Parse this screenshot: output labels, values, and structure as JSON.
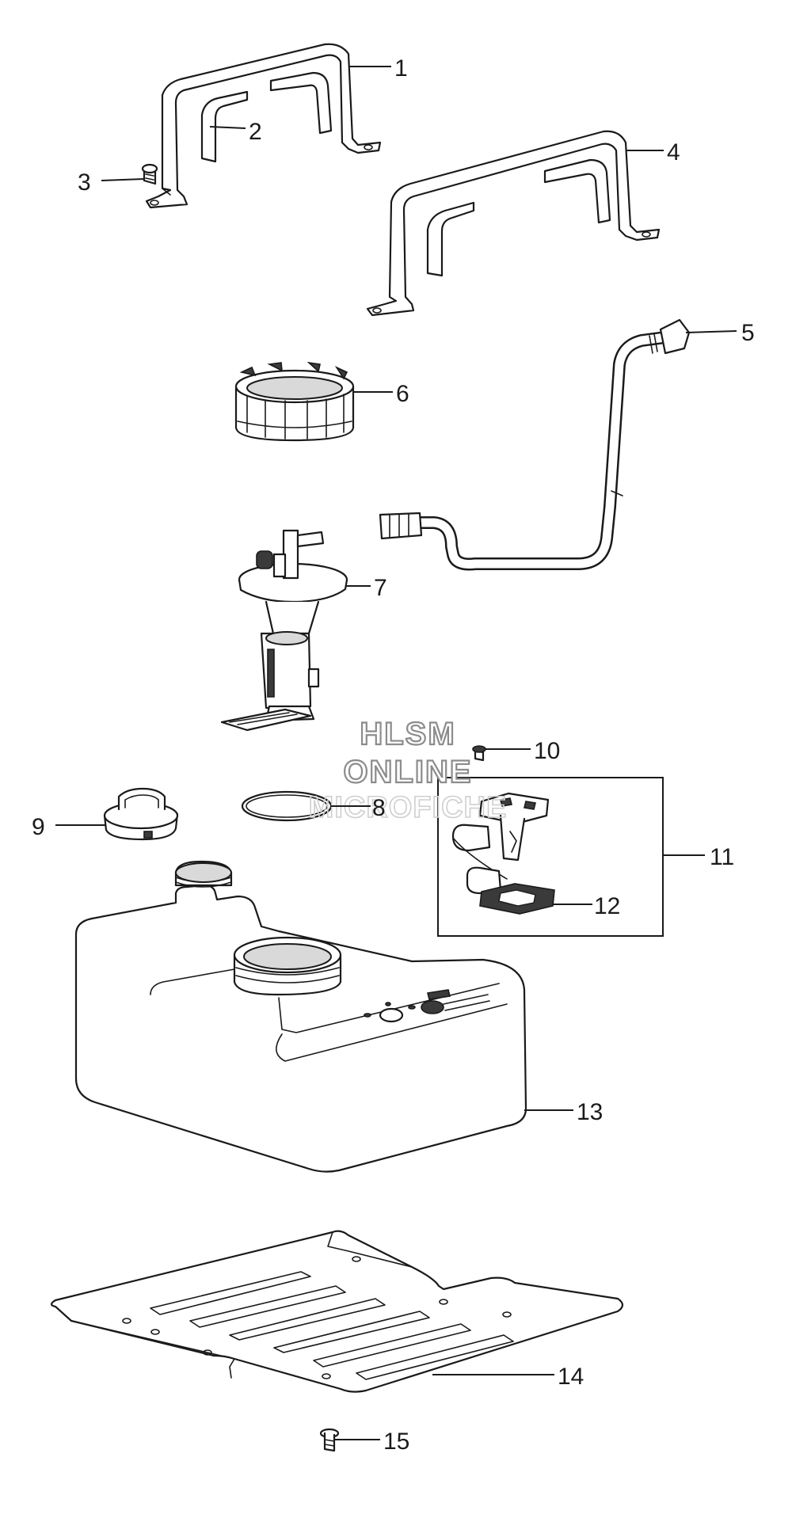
{
  "watermark": {
    "line1": "HLSM",
    "line2": "ONLINE",
    "line3": "MICROFICHE"
  },
  "callouts": [
    {
      "id": "1",
      "label": "1"
    },
    {
      "id": "2",
      "label": "2"
    },
    {
      "id": "3",
      "label": "3"
    },
    {
      "id": "4",
      "label": "4"
    },
    {
      "id": "5",
      "label": "5"
    },
    {
      "id": "6",
      "label": "6"
    },
    {
      "id": "7",
      "label": "7"
    },
    {
      "id": "8",
      "label": "8"
    },
    {
      "id": "9",
      "label": "9"
    },
    {
      "id": "10",
      "label": "10"
    },
    {
      "id": "11",
      "label": "11"
    },
    {
      "id": "12",
      "label": "12"
    },
    {
      "id": "13",
      "label": "13"
    },
    {
      "id": "14",
      "label": "14"
    },
    {
      "id": "15",
      "label": "15"
    }
  ]
}
